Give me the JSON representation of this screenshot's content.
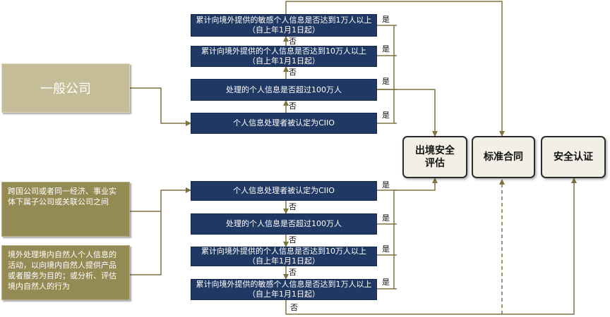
{
  "entities": {
    "general_company": "一般公司",
    "multinational": "跨国公司或者同一经济、事业实体下属子公司或关联公司之间",
    "overseas_processing": "境外处理境内自然人个人信息的活动，以向境内自然人提供产品或者服务为目的；或分析、评估境内自然人的行为"
  },
  "upper_flow": {
    "q1": "累计向境外提供的敏感个人信息是否达到1万人以上（自上年1月1日起）",
    "q2": "累计向境外提供的个人信息是否达到10万人以上（自上年1月1日起）",
    "q3": "处理的个人信息是否超过100万人",
    "q4": "个人信息处理者被认定为CIIO"
  },
  "lower_flow": {
    "q1": "个人信息处理者被认定为CIIO",
    "q2": "处理的个人信息是否超过100万人",
    "q3": "累计向境外提供的个人信息是否达到10万人以上（自上年1月1日起）",
    "q4": "累计向境外提供的敏感个人信息是否达到1万人以上（自上年1月1日起）"
  },
  "labels": {
    "yes": "是",
    "no": "否"
  },
  "results": {
    "security_assessment": "出境安全评估",
    "standard_contract": "标准合同",
    "security_certification": "安全认证"
  },
  "colors": {
    "question_fill": "#1f3864",
    "entity_fill": "#948a54",
    "entity_big_fill": "#c4bd97",
    "line": "#7f7440",
    "result_fill": "#f2f0e6"
  }
}
